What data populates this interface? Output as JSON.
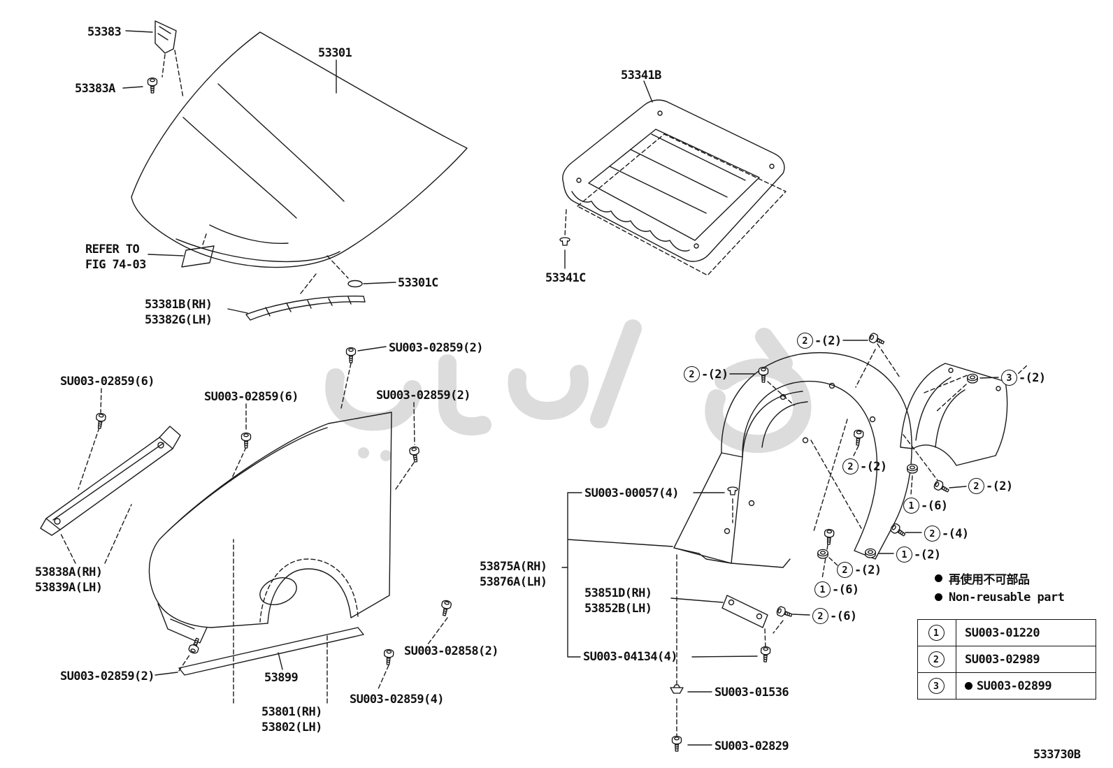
{
  "diagram": {
    "drawing_number": "533730B",
    "labels": {
      "p53383": "53383",
      "p53383A": "53383A",
      "p53301": "53301",
      "refer1": "REFER TO",
      "refer2": "FIG 74-03",
      "p53301C": "53301C",
      "p53381B": "53381B(RH)",
      "p53382G": "53382G(LH)",
      "p53341B": "53341B",
      "p53341C": "53341C",
      "su2859_2a": "SU003-02859(2)",
      "su2859_6a": "SU003-02859(6)",
      "su2859_6b": "SU003-02859(6)",
      "su2859_2b": "SU003-02859(2)",
      "su2859_2c": "SU003-02859(2)",
      "su2859_4": "SU003-02859(4)",
      "su2858_2": "SU003-02858(2)",
      "p53838A": "53838A(RH)",
      "p53839A": "53839A(LH)",
      "p53899": "53899",
      "p53801": "53801(RH)",
      "p53802": "53802(LH)",
      "su00057": "SU003-00057(4)",
      "p53875A": "53875A(RH)",
      "p53876A": "53876A(LH)",
      "p53851D": "53851D(RH)",
      "p53852B": "53852B(LH)",
      "su04134": "SU003-04134(4)",
      "su01536": "SU003-01536",
      "su02829": "SU003-02829"
    },
    "callouts": [
      {
        "num": "2",
        "suffix": "-(2)"
      },
      {
        "num": "2",
        "suffix": "-(2)"
      },
      {
        "num": "3",
        "suffix": "-(2)"
      },
      {
        "num": "2",
        "suffix": "-(2)"
      },
      {
        "num": "2",
        "suffix": "-(2)"
      },
      {
        "num": "1",
        "suffix": "-(6)"
      },
      {
        "num": "2",
        "suffix": "-(4)"
      },
      {
        "num": "1",
        "suffix": "-(2)"
      },
      {
        "num": "2",
        "suffix": "-(2)"
      },
      {
        "num": "1",
        "suffix": "-(6)"
      },
      {
        "num": "2",
        "suffix": "-(6)"
      }
    ],
    "legend": {
      "jp": "再使用不可部品",
      "en": "Non-reusable part"
    },
    "table": {
      "rows": [
        {
          "ref": "1",
          "part": "SU003-01220",
          "non_reusable": false
        },
        {
          "ref": "2",
          "part": "SU003-02989",
          "non_reusable": false
        },
        {
          "ref": "3",
          "part": "SU003-02899",
          "non_reusable": true
        }
      ]
    }
  }
}
